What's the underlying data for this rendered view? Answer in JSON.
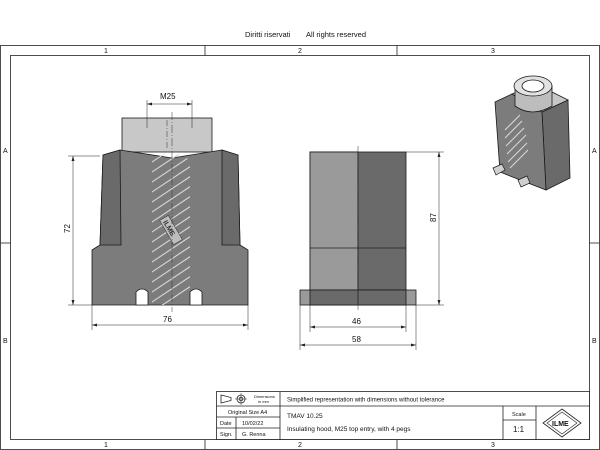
{
  "header": {
    "rights_it": "Diritti riservati",
    "rights_en": "All rights reserved"
  },
  "zones": {
    "columns": [
      "1",
      "2",
      "3"
    ],
    "rows": [
      "A",
      "B"
    ]
  },
  "dimensions": {
    "thread": "M25",
    "width_front": "76",
    "height_front": "72",
    "width_side_inner": "46",
    "width_side_outer": "58",
    "height_side": "87"
  },
  "title_block": {
    "dim_unit_line1": "Dimensions",
    "dim_unit_line2": "in mm",
    "note": "Simplified representation with dimensions without tolerance",
    "original_size_label": "Original Size A4",
    "date_label": "Date",
    "date_value": "10/02/22",
    "sign_label": "Sign.",
    "sign_value": "G. Renna",
    "part_number": "TMAV 10.25",
    "description": "Insulating hood, M25 top entry, with 4 pegs",
    "scale_label": "Scale",
    "scale_value": "1:1",
    "logo_text": "ILME"
  },
  "colors": {
    "body_fill": "#7c7c7c",
    "line": "#222222",
    "hatch": "#d8d8d8"
  }
}
